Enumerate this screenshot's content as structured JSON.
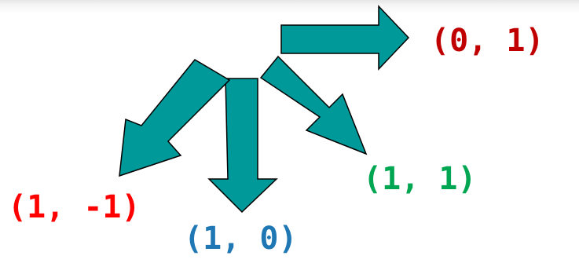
{
  "colors": {
    "arrow_fill": "#009999",
    "arrow_stroke": "#000000"
  },
  "labels": {
    "zero_one": {
      "text": "(0, 1)",
      "color": "#c00000"
    },
    "one_one": {
      "text": "(1, 1)",
      "color": "#00a651"
    },
    "one_minus": {
      "text": "(1, -1)",
      "color": "#ff0000"
    },
    "one_zero": {
      "text": "(1, 0)",
      "color": "#1f77b4"
    }
  },
  "arrows": [
    {
      "name": "arrow-right",
      "direction": [
        0,
        1
      ]
    },
    {
      "name": "arrow-down-right",
      "direction": [
        1,
        1
      ]
    },
    {
      "name": "arrow-down",
      "direction": [
        1,
        0
      ]
    },
    {
      "name": "arrow-down-left",
      "direction": [
        1,
        -1
      ]
    }
  ]
}
